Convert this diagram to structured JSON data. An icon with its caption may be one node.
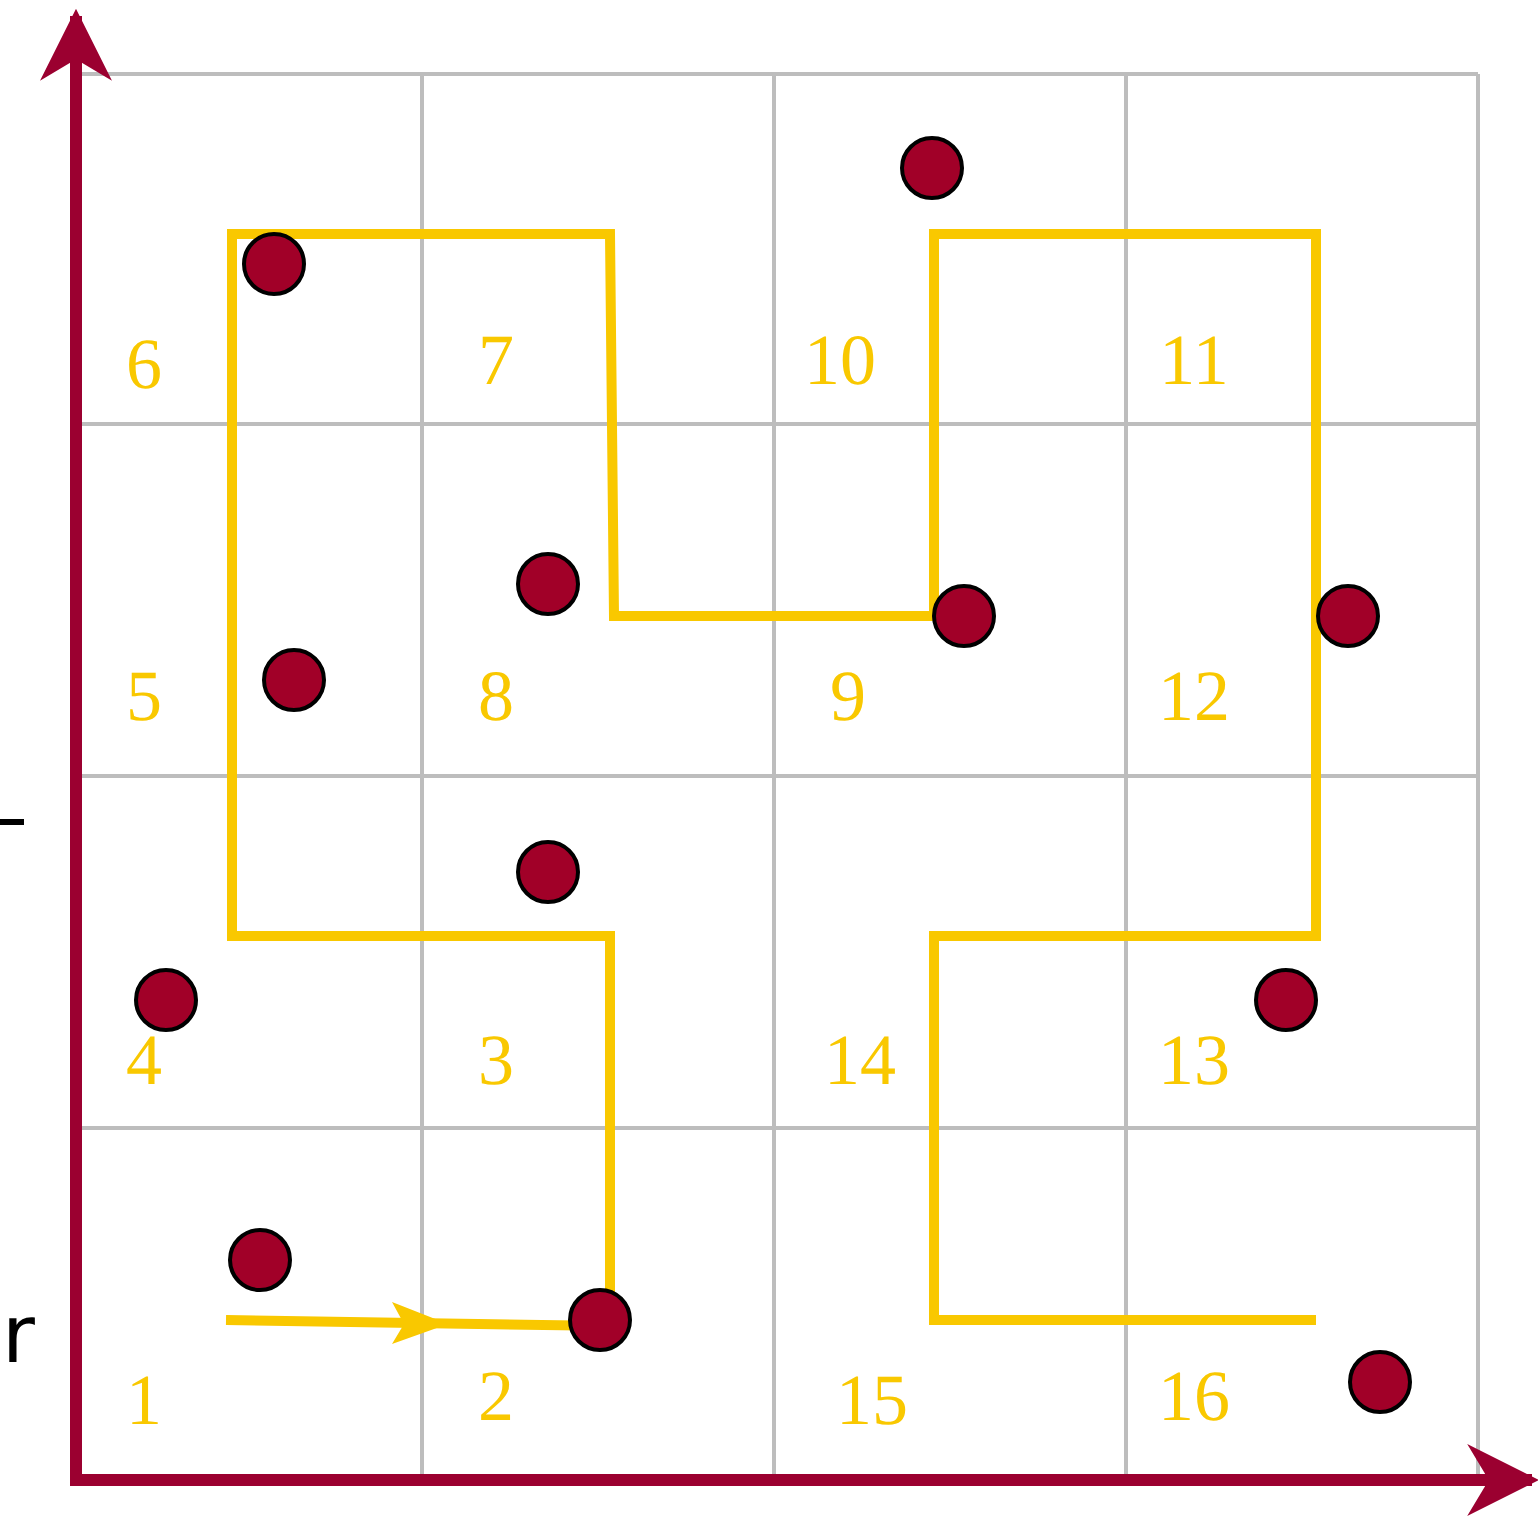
{
  "diagram": {
    "labels": [
      "6",
      "7",
      "10",
      "11",
      "5",
      "8",
      "9",
      "12",
      "4",
      "3",
      "14",
      "13",
      "r",
      "1",
      "2",
      "15",
      "16"
    ]
  }
}
